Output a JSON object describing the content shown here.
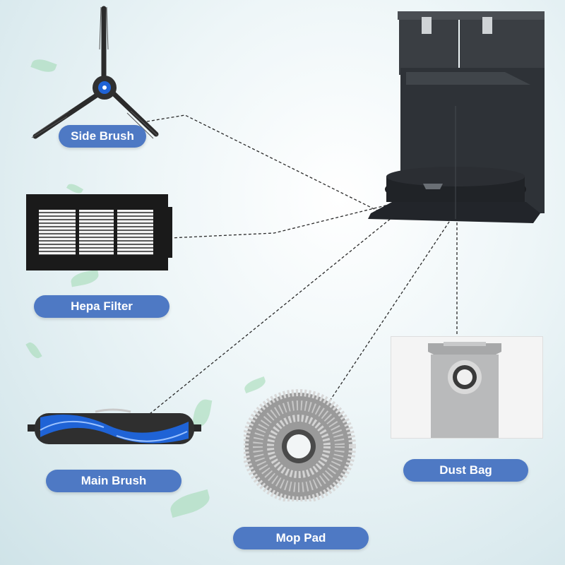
{
  "labels": {
    "side_brush": "Side Brush",
    "hepa_filter": "Hepa Filter",
    "main_brush": "Main Brush",
    "mop_pad": "Mop Pad",
    "dust_bag": "Dust Bag"
  },
  "colors": {
    "label_bg": "#4e79c4",
    "label_text": "#ffffff",
    "station": "#2e3237",
    "brush_blue": "#1f63d6"
  }
}
